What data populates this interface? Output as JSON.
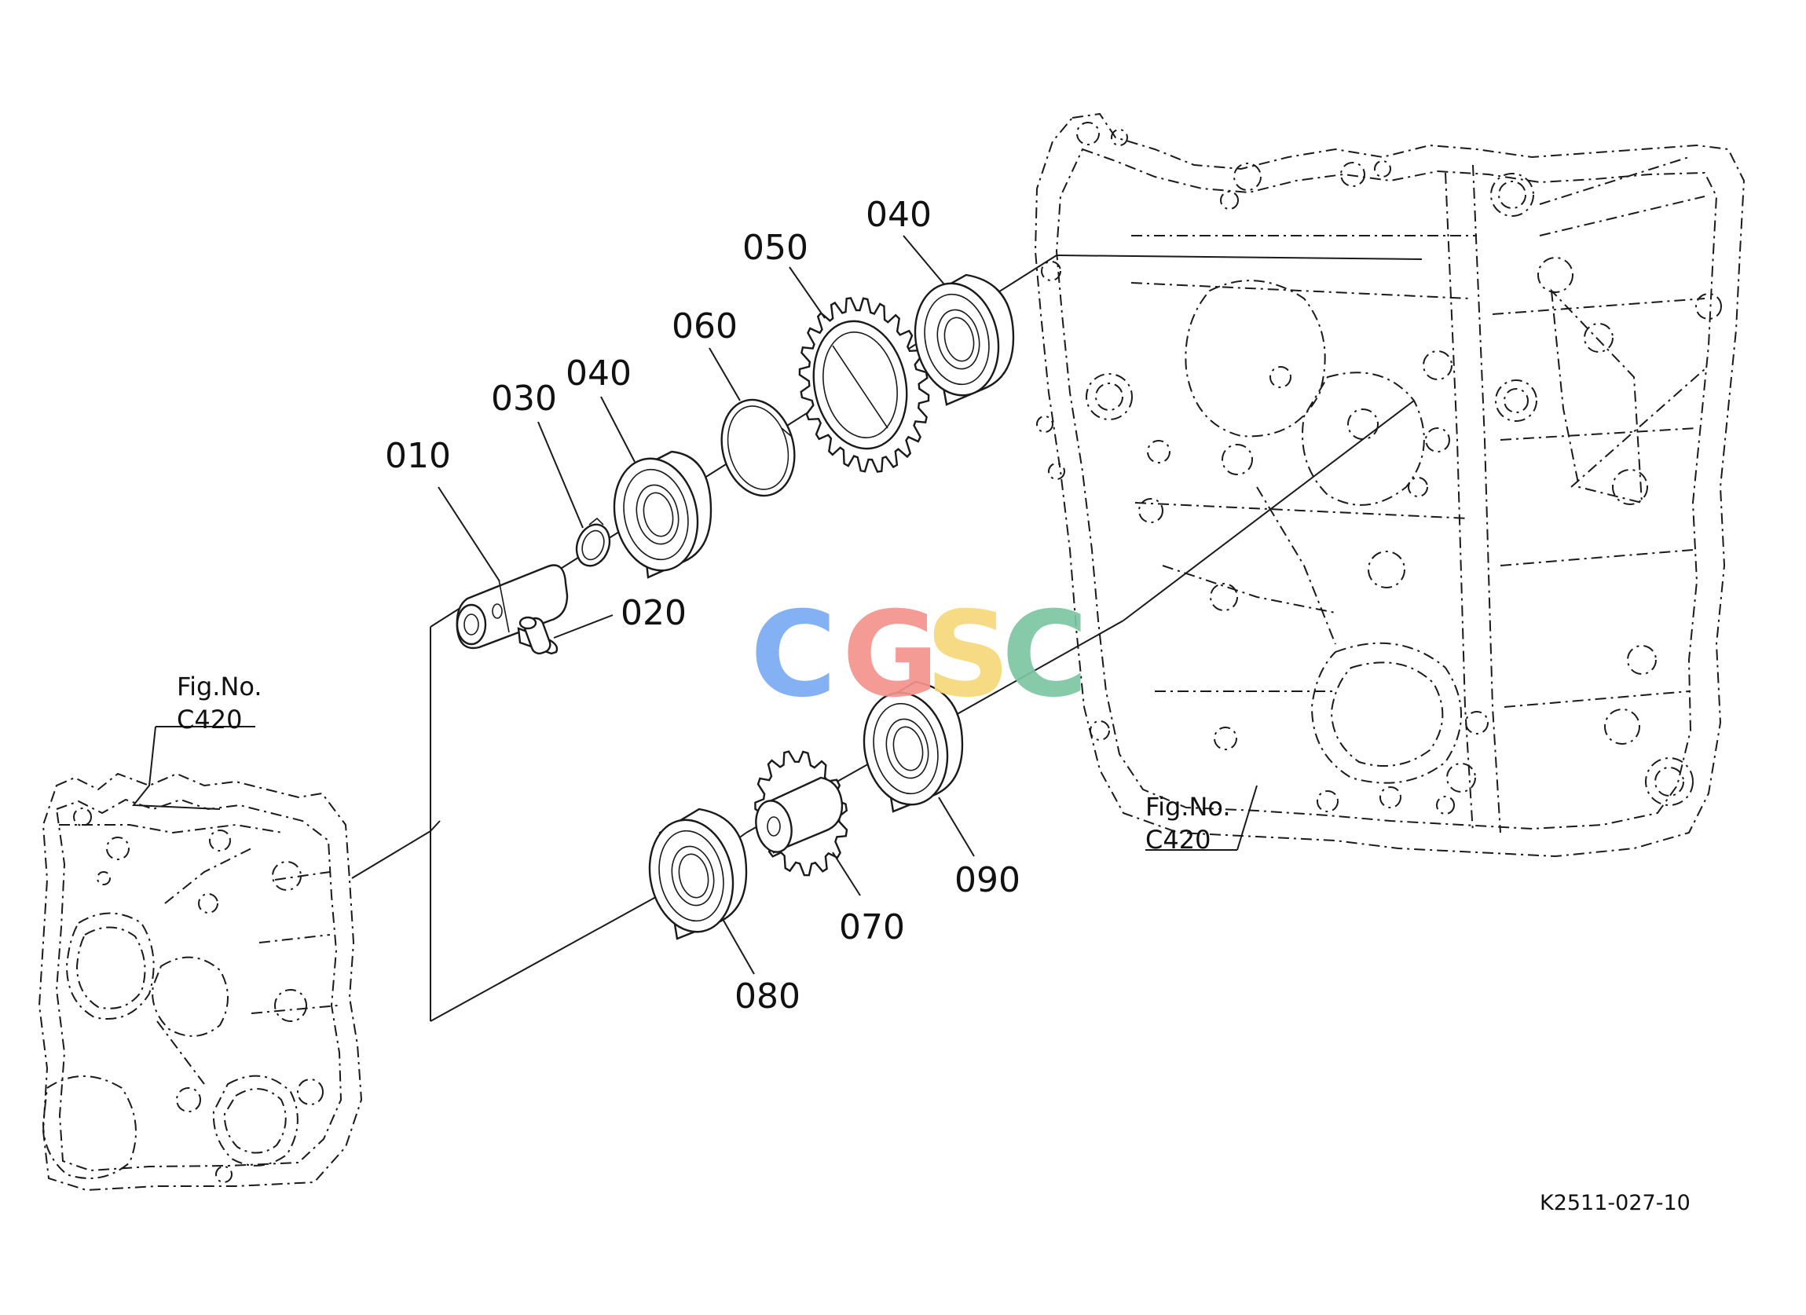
{
  "part_labels": [
    {
      "id": "010",
      "text": "010"
    },
    {
      "id": "020",
      "text": "020"
    },
    {
      "id": "030",
      "text": "030"
    },
    {
      "id": "040a",
      "text": "040"
    },
    {
      "id": "040b",
      "text": "040"
    },
    {
      "id": "050",
      "text": "050"
    },
    {
      "id": "060",
      "text": "060"
    },
    {
      "id": "070",
      "text": "070"
    },
    {
      "id": "080",
      "text": "080"
    },
    {
      "id": "090",
      "text": "090"
    }
  ],
  "figure_references": [
    {
      "line1": "Fig.No.",
      "line2": "C420"
    },
    {
      "line1": "Fig.No.",
      "line2": "C420"
    }
  ],
  "drawing_code": "K2511-027-10",
  "watermark": {
    "letters": [
      "C",
      "G",
      "S",
      "C"
    ],
    "colors": [
      "#7aaaf4",
      "#f2938c",
      "#f7d77a",
      "#7cc6a2"
    ]
  }
}
